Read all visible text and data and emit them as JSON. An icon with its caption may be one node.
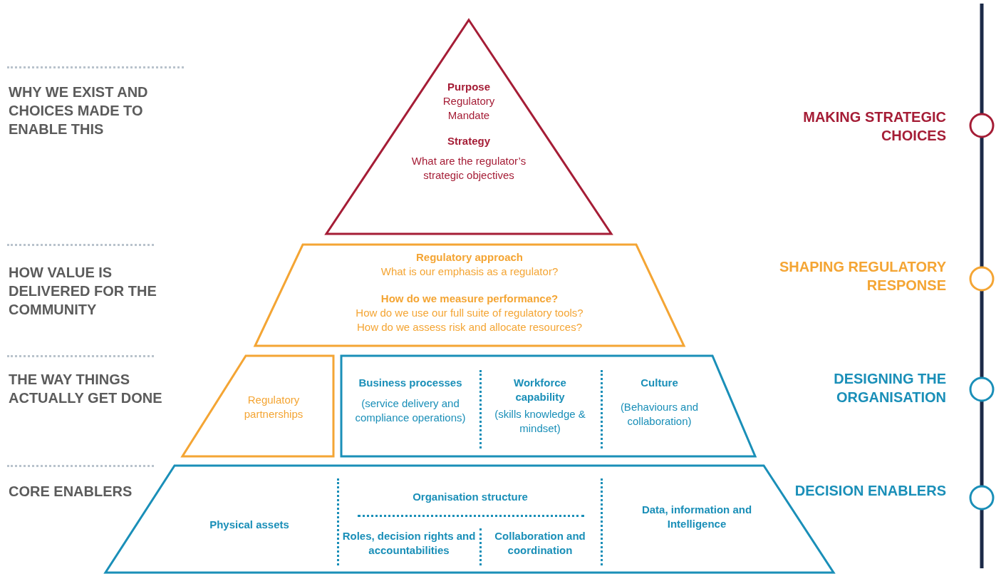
{
  "diagram": {
    "nodes": [
      {
        "text": [
          "Purpose",
          "Regulatory Mandate",
          "Strategy",
          "What are the regulator’s strategic objectives"
        ]
      },
      {
        "text": [
          "Regulatory approach",
          "What is our emphasis as a regulator?",
          "How do we measure performance?",
          "How do we use our full suite of regulatory tools?",
          "How do we assess risk and allocate resources?"
        ]
      },
      {
        "text": [
          "Regulatory partnerships"
        ]
      },
      {
        "text": [],
        "shape": "box"
      },
      {
        "text": [
          "Business processes",
          "(service delivery and compliance operations)"
        ],
        "in": 3
      },
      {
        "text": [
          "Workforce capability",
          "(skills knowledge & mindset)"
        ],
        "in": 3
      },
      {
        "text": [
          "Culture",
          "(Behaviours and collaboration)"
        ],
        "in": 3
      },
      {
        "text": [],
        "shape": "box"
      },
      {
        "text": [
          "Physical assets"
        ],
        "in": 7
      },
      {
        "text": [
          "Organisation structure"
        ],
        "in": 7
      },
      {
        "text": [
          "Roles, decision rights and accountabilities"
        ],
        "in": 7
      },
      {
        "text": [
          "Collaboration and coordination"
        ],
        "in": 7
      },
      {
        "text": [
          "Data, information and Intelligence"
        ],
        "in": 7
      }
    ],
    "edges": [],
    "labels": [
      "WHY WE EXIST AND CHOICES MADE TO ENABLE THIS",
      "MAKING STRATEGIC CHOICES",
      "HOW VALUE IS DELIVERED FOR THE COMMUNITY",
      "SHAPING REGULATORY RESPONSE",
      "THE WAY THINGS ACTUALLY GET DONE",
      "DESIGNING THE ORGANISATION",
      "CORE ENABLERS",
      "DECISION ENABLERS"
    ]
  }
}
